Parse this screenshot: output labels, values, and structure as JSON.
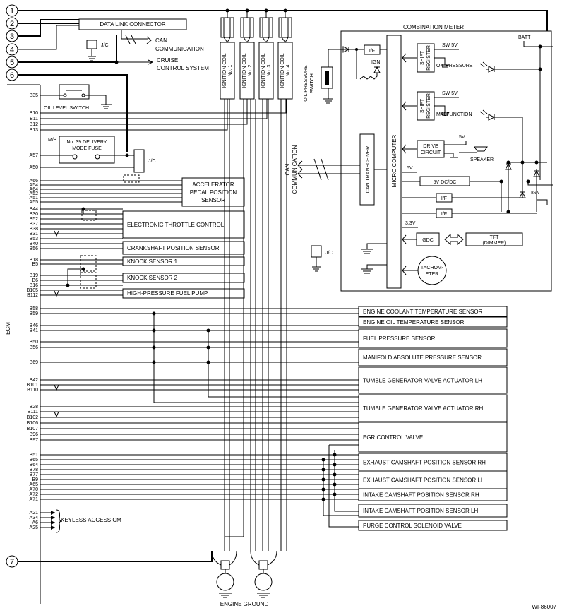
{
  "callouts": [
    "1",
    "2",
    "3",
    "4",
    "5",
    "6",
    "7"
  ],
  "top": {
    "data_link_connector": "DATA LINK CONNECTOR",
    "jc": "J/C",
    "can_communication": "CAN\nCOMMUNICATION",
    "cruise_control": "CRUISE\nCONTROL SYSTEM"
  },
  "ignition_coils": [
    {
      "l1": "IGNITION COIL",
      "l2": "No. 1"
    },
    {
      "l1": "IGNITION COIL",
      "l2": "No. 2"
    },
    {
      "l1": "IGNITION COIL",
      "l2": "No. 3"
    },
    {
      "l1": "IGNITION COIL",
      "l2": "No. 4"
    }
  ],
  "oil_level_switch": "OIL LEVEL SWITCH",
  "oil_pressure_switch": "OIL PRESSURE\nSWITCH",
  "mb": "M/B",
  "fuse": "No. 39 DELIVERY\nMODE FUSE",
  "ecm_label": "ECM",
  "ecm_pins_left": [
    "B35",
    "B10",
    "B11",
    "B12",
    "B13",
    "A57",
    "A50",
    "A66",
    "A54",
    "A64",
    "A52",
    "A51",
    "A55",
    "B44",
    "B30",
    "B52",
    "B37",
    "B38",
    "B31",
    "B53",
    "B40",
    "B56",
    "B18",
    "B5",
    "B19",
    "B6",
    "B16",
    "B105",
    "B112",
    "B58",
    "B59",
    "B46",
    "B41",
    "B50",
    "B56",
    "B69",
    "B42",
    "B101",
    "B110",
    "B28",
    "B111",
    "B102",
    "B106",
    "B107",
    "B96",
    "B97",
    "B51",
    "B65",
    "B64",
    "B78",
    "B77",
    "B9",
    "A65",
    "A70",
    "A72",
    "A71",
    "A21",
    "A34",
    "A6",
    "A25"
  ],
  "sensors_upper": [
    "ACCELERATOR\nPEDAL POSITION\nSENSOR",
    "ELECTRONIC THROTTLE CONTROL",
    "CRANKSHAFT POSITION SENSOR",
    "KNOCK SENSOR 1",
    "KNOCK SENSOR 2",
    "HIGH-PRESSURE FUEL PUMP"
  ],
  "sensors_lower": [
    "ENGINE COOLANT TEMPERATURE SENSOR",
    "ENGINE OIL TEMPERATURE SENSOR",
    "FUEL PRESSURE SENSOR",
    "MANIFOLD ABSOLUTE PRESSURE SENSOR",
    "TUMBLE GENERATOR VALVE ACTUATOR LH",
    "TUMBLE GENERATOR VALVE ACTUATOR RH",
    "EGR CONTROL VALVE",
    "EXHAUST CAMSHAFT POSITION SENSOR RH",
    "EXHAUST CAMSHAFT POSITION SENSOR LH",
    "INTAKE CAMSHAFT POSITION SENSOR RH",
    "INTAKE CAMSHAFT POSITION SENSOR LH",
    "PURGE CONTROL SOLENOID VALVE"
  ],
  "keyless": "KEYLESS ACCESS CM",
  "engine_ground": "ENGINE GROUND",
  "combination_meter": {
    "title": "COMBINATION METER",
    "batt": "BATT",
    "ign": "IGN",
    "if": "I/F",
    "sw5v": "SW 5V",
    "shift_register": "SHIFT\nREGISTER",
    "oil_pressure": "OIL PRESSURE",
    "malfunction": "MALFUNCTION",
    "drive_circuit": "DRIVE\nCIRCUIT",
    "v5": "5V",
    "speaker": "SPEAKER",
    "dcdc": "5V DC/DC",
    "can_transceiver": "CAN TRANSCEIVER",
    "micro_computer": "MICRO COMPUTER",
    "v33": "3.3V",
    "gdc": "GDC",
    "tft": "TFT\n(DIMMER)",
    "tachometer": "TACHOM-\nETER",
    "jc": "J/C",
    "can_comm": "CAN\nCOMMUNICATION"
  },
  "figure_id": "WI-86007"
}
